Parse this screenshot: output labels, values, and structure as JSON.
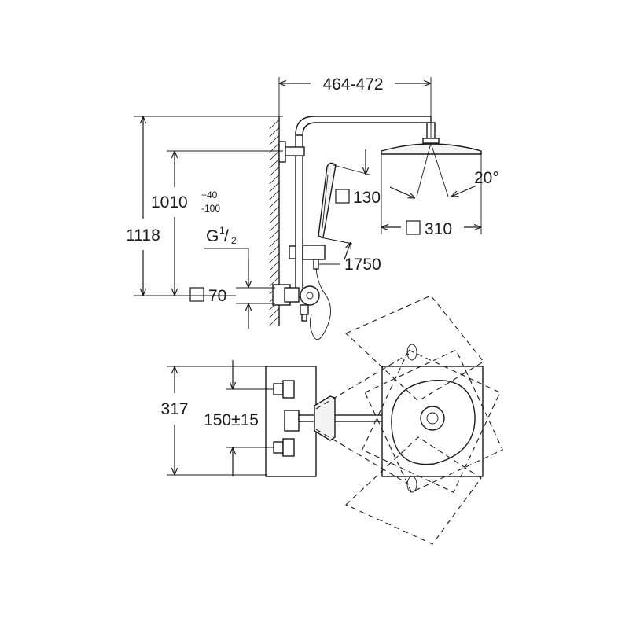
{
  "dimensions": {
    "width_range": "464-472",
    "total_height": "1118",
    "outlet_height": "1010",
    "outlet_tol_plus": "+40",
    "outlet_tol_minus": "-100",
    "thread_prefix": "G",
    "thread_num": "1",
    "thread_den": "2",
    "flange_size": "70",
    "hand_shower_size": "130",
    "head_size": "310",
    "tilt_angle": "20°",
    "hose_length": "1750",
    "plan_depth": "317",
    "spacing": "150±15"
  },
  "colors": {
    "line": "#1a1a1a",
    "background": "#ffffff"
  }
}
